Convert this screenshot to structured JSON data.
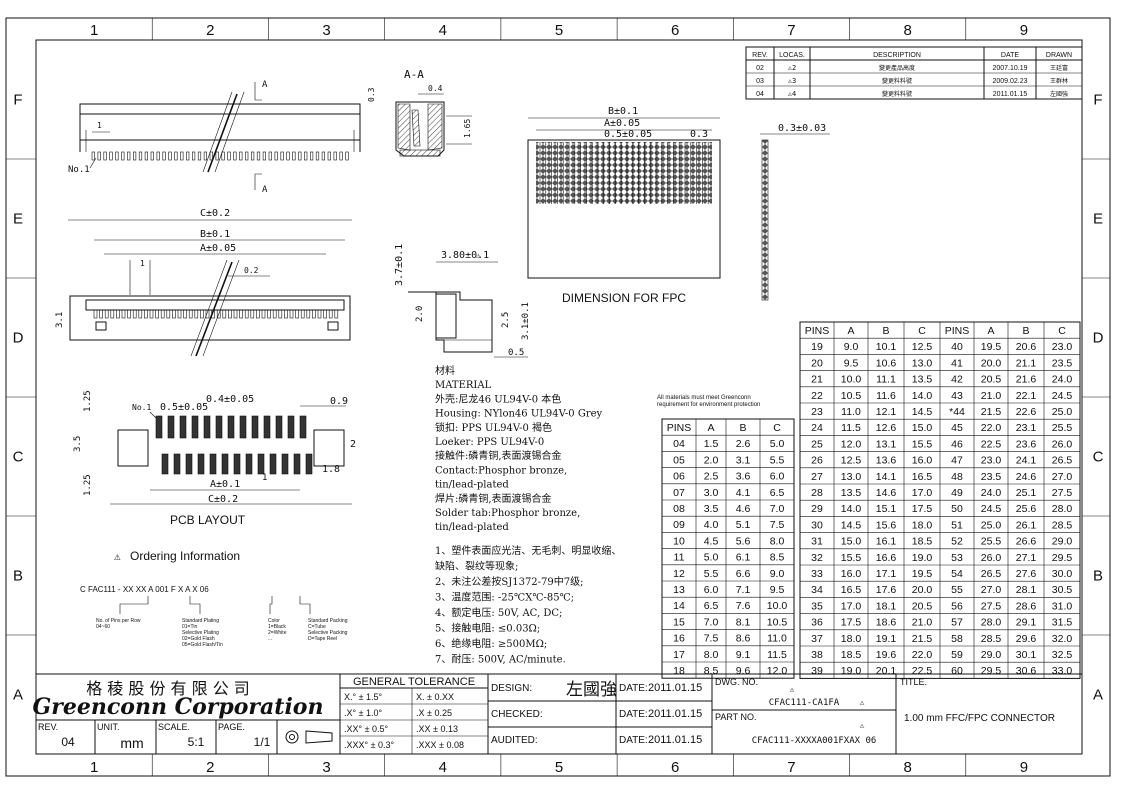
{
  "frame": {
    "columns": [
      "1",
      "2",
      "3",
      "4",
      "5",
      "6",
      "7",
      "8",
      "9"
    ],
    "rows": [
      "F",
      "E",
      "D",
      "C",
      "B",
      "A"
    ]
  },
  "revisions": {
    "headers": [
      "REV.",
      "LOCAS.",
      "DESCRIPTION",
      "DATE",
      "DRAWN"
    ],
    "rows": [
      {
        "rev": "02",
        "locas": "2",
        "desc": "變更產品高度",
        "date": "2007.10.19",
        "drawn": "王廷富"
      },
      {
        "rev": "03",
        "locas": "3",
        "desc": "變更料料號",
        "date": "2009.02.23",
        "drawn": "王群林"
      },
      {
        "rev": "04",
        "locas": "4",
        "desc": "變更料料號",
        "date": "2011.01.15",
        "drawn": "左國強"
      }
    ]
  },
  "views": {
    "section_label": "A-A",
    "section_marker": "A",
    "no1": "No.1",
    "dims": {
      "sec_h": "0.3",
      "sec_w": "0.4",
      "sec_v": "1.65",
      "c": "C±0.2",
      "b": "B±0.1",
      "a": "A±0.05",
      "one": "1",
      "p02": "0.2",
      "h31": "3.1",
      "side_w": "3.80±0.1",
      "side_h": "3.7±0.1",
      "side_20": "2.0",
      "side_25": "2.5",
      "side_31": "3.1±0.1",
      "side_05": "0.5",
      "pcb_125a": "1.25",
      "pcb_125b": "1.25",
      "pcb_35": "3.5",
      "pcb_2": "2",
      "pcb_p05": "0.5±0.05",
      "pcb_04": "0.4±0.05",
      "pcb_09": "0.9",
      "pcb_a": "A±0.1",
      "pcb_c": "C±0.2",
      "pcb_1": "1",
      "pcb_18": "1.8",
      "fpc_b": "B±0.1",
      "fpc_a": "A±0.05",
      "fpc_p": "0.5±0.05",
      "fpc_03": "0.3",
      "fpc_t": "0.3±0.03"
    },
    "pcb_title": "PCB LAYOUT",
    "fpc_title": "DIMENSION FOR FPC",
    "env_note": [
      "All materials must meet Greenconn",
      "requirement for environment protection"
    ]
  },
  "material": {
    "lines": [
      "材料",
      "MATERIAL",
      "外壳:尼龙46 UL94V-0 本色",
      "Housing: NYlon46 UL94V-0 Grey",
      "锁扣: PPS UL94V-0 褐色",
      "Loeker: PPS  UL94V-0",
      "接触件:磷青铜,表面渡锡合金",
      "Contact:Phosphor  bronze,",
      "tin/lead-plated",
      "焊片:磷青铜,表面渡锡合金",
      "Solder tab:Phosphor bronze,",
      "tin/lead-plated"
    ],
    "notes": [
      "1、塑件表面应光洁、无毛刺、明显收缩、",
      "   缺陷、裂纹等现象;",
      "2、未注公差按SJ1372-79中7级;",
      "3、温度范围: -25℃X℃-85℃;",
      "4、额定电压: 50V, AC, DC;",
      "5、接触电阻: ≤0.03Ω;",
      "6、绝缘电阻: ≥500MΩ;",
      "7、耐压: 500V, AC/minute."
    ]
  },
  "ordering": {
    "title": "Ordering Information",
    "code": "C FAC111 -  XX    XX    A   001    F  X    A  X    06",
    "labels": [
      [
        "No. of Pins per Row",
        "04~60"
      ],
      [
        "Standard Plating",
        "01=Tin",
        "Selective Plating",
        "02=Gold Flash",
        "05=Gold Flash/Tin"
      ],
      [
        "Color",
        "1=Black",
        "2=White",
        "..."
      ],
      [
        "Standard Packing",
        "C=Tube",
        "Selective Packing",
        "D=Tape Reel"
      ]
    ]
  },
  "pin_table_left": {
    "headers": [
      "PINS",
      "A",
      "B",
      "C"
    ],
    "rows": [
      [
        "04",
        "1.5",
        "2.6",
        "5.0"
      ],
      [
        "05",
        "2.0",
        "3.1",
        "5.5"
      ],
      [
        "06",
        "2.5",
        "3.6",
        "6.0"
      ],
      [
        "07",
        "3.0",
        "4.1",
        "6.5"
      ],
      [
        "08",
        "3.5",
        "4.6",
        "7.0"
      ],
      [
        "09",
        "4.0",
        "5.1",
        "7.5"
      ],
      [
        "10",
        "4.5",
        "5.6",
        "8.0"
      ],
      [
        "11",
        "5.0",
        "6.1",
        "8.5"
      ],
      [
        "12",
        "5.5",
        "6.6",
        "9.0"
      ],
      [
        "13",
        "6.0",
        "7.1",
        "9.5"
      ],
      [
        "14",
        "6.5",
        "7.6",
        "10.0"
      ],
      [
        "15",
        "7.0",
        "8.1",
        "10.5"
      ],
      [
        "16",
        "7.5",
        "8.6",
        "11.0"
      ],
      [
        "17",
        "8.0",
        "9.1",
        "11.5"
      ],
      [
        "18",
        "8.5",
        "9.6",
        "12.0"
      ]
    ]
  },
  "pin_table_right": {
    "headers": [
      "PINS",
      "A",
      "B",
      "C",
      "PINS",
      "A",
      "B",
      "C"
    ],
    "rows": [
      [
        "19",
        "9.0",
        "10.1",
        "12.5",
        "40",
        "19.5",
        "20.6",
        "23.0"
      ],
      [
        "20",
        "9.5",
        "10.6",
        "13.0",
        "41",
        "20.0",
        "21.1",
        "23.5"
      ],
      [
        "21",
        "10.0",
        "11.1",
        "13.5",
        "42",
        "20.5",
        "21.6",
        "24.0"
      ],
      [
        "22",
        "10.5",
        "11.6",
        "14.0",
        "43",
        "21.0",
        "22.1",
        "24.5"
      ],
      [
        "23",
        "11.0",
        "12.1",
        "14.5",
        "*44",
        "21.5",
        "22.6",
        "25.0"
      ],
      [
        "24",
        "11.5",
        "12.6",
        "15.0",
        "45",
        "22.0",
        "23.1",
        "25.5"
      ],
      [
        "25",
        "12.0",
        "13.1",
        "15.5",
        "46",
        "22.5",
        "23.6",
        "26.0"
      ],
      [
        "26",
        "12.5",
        "13.6",
        "16.0",
        "47",
        "23.0",
        "24.1",
        "26.5"
      ],
      [
        "27",
        "13.0",
        "14.1",
        "16.5",
        "48",
        "23.5",
        "24.6",
        "27.0"
      ],
      [
        "28",
        "13.5",
        "14.6",
        "17.0",
        "49",
        "24.0",
        "25.1",
        "27.5"
      ],
      [
        "29",
        "14.0",
        "15.1",
        "17.5",
        "50",
        "24.5",
        "25.6",
        "28.0"
      ],
      [
        "30",
        "14.5",
        "15.6",
        "18.0",
        "51",
        "25.0",
        "26.1",
        "28.5"
      ],
      [
        "31",
        "15.0",
        "16.1",
        "18.5",
        "52",
        "25.5",
        "26.6",
        "29.0"
      ],
      [
        "32",
        "15.5",
        "16.6",
        "19.0",
        "53",
        "26.0",
        "27.1",
        "29.5"
      ],
      [
        "33",
        "16.0",
        "17.1",
        "19.5",
        "54",
        "26.5",
        "27.6",
        "30.0"
      ],
      [
        "34",
        "16.5",
        "17.6",
        "20.0",
        "55",
        "27.0",
        "28.1",
        "30.5"
      ],
      [
        "35",
        "17.0",
        "18.1",
        "20.5",
        "56",
        "27.5",
        "28.6",
        "31.0"
      ],
      [
        "36",
        "17.5",
        "18.6",
        "21.0",
        "57",
        "28.0",
        "29.1",
        "31.5"
      ],
      [
        "37",
        "18.0",
        "19.1",
        "21.5",
        "58",
        "28.5",
        "29.6",
        "32.0"
      ],
      [
        "38",
        "18.5",
        "19.6",
        "22.0",
        "59",
        "29.0",
        "30.1",
        "32.5"
      ],
      [
        "39",
        "19.0",
        "20.1",
        "22.5",
        "60",
        "29.5",
        "30.6",
        "33.0"
      ]
    ]
  },
  "title_block": {
    "company_cn": "格 稜 股 份 有 限 公 司",
    "company_en": "Greenconn Corporation",
    "rev_label": "REV.",
    "rev": "04",
    "unit_label": "UNIT.",
    "unit": "mm",
    "scale_label": "SCALE.",
    "scale": "5:1",
    "page_label": "PAGE.",
    "page": "1/1",
    "tol_title": "GENERAL TOLERANCE",
    "tol_rows": [
      [
        "X.° ± 1.5°",
        "X.   ± 0.XX"
      ],
      [
        ".X° ± 1.0°",
        ".X   ± 0.25"
      ],
      [
        ".XX° ± 0.5°",
        ".XX  ± 0.13"
      ],
      [
        ".XXX° ± 0.3°",
        ".XXX ± 0.08"
      ]
    ],
    "design_label": "DESIGN:",
    "designer": "左國強",
    "checked_label": "CHECKED:",
    "audited_label": "AUDITED:",
    "date_label": "DATE:",
    "date1": "2011.01.15",
    "date2": "2011.01.15",
    "date3": "2011.01.15",
    "dwg_label": "DWG. NO.",
    "dwg_no": "CFAC111-CA1FA",
    "part_label": "PART NO.",
    "part_no": "CFAC111-XXXXA001FXAX 06",
    "title_label": "TITLE.",
    "title": "1.00 mm  FFC/FPC CONNECTOR",
    "rev_mark": "4"
  }
}
